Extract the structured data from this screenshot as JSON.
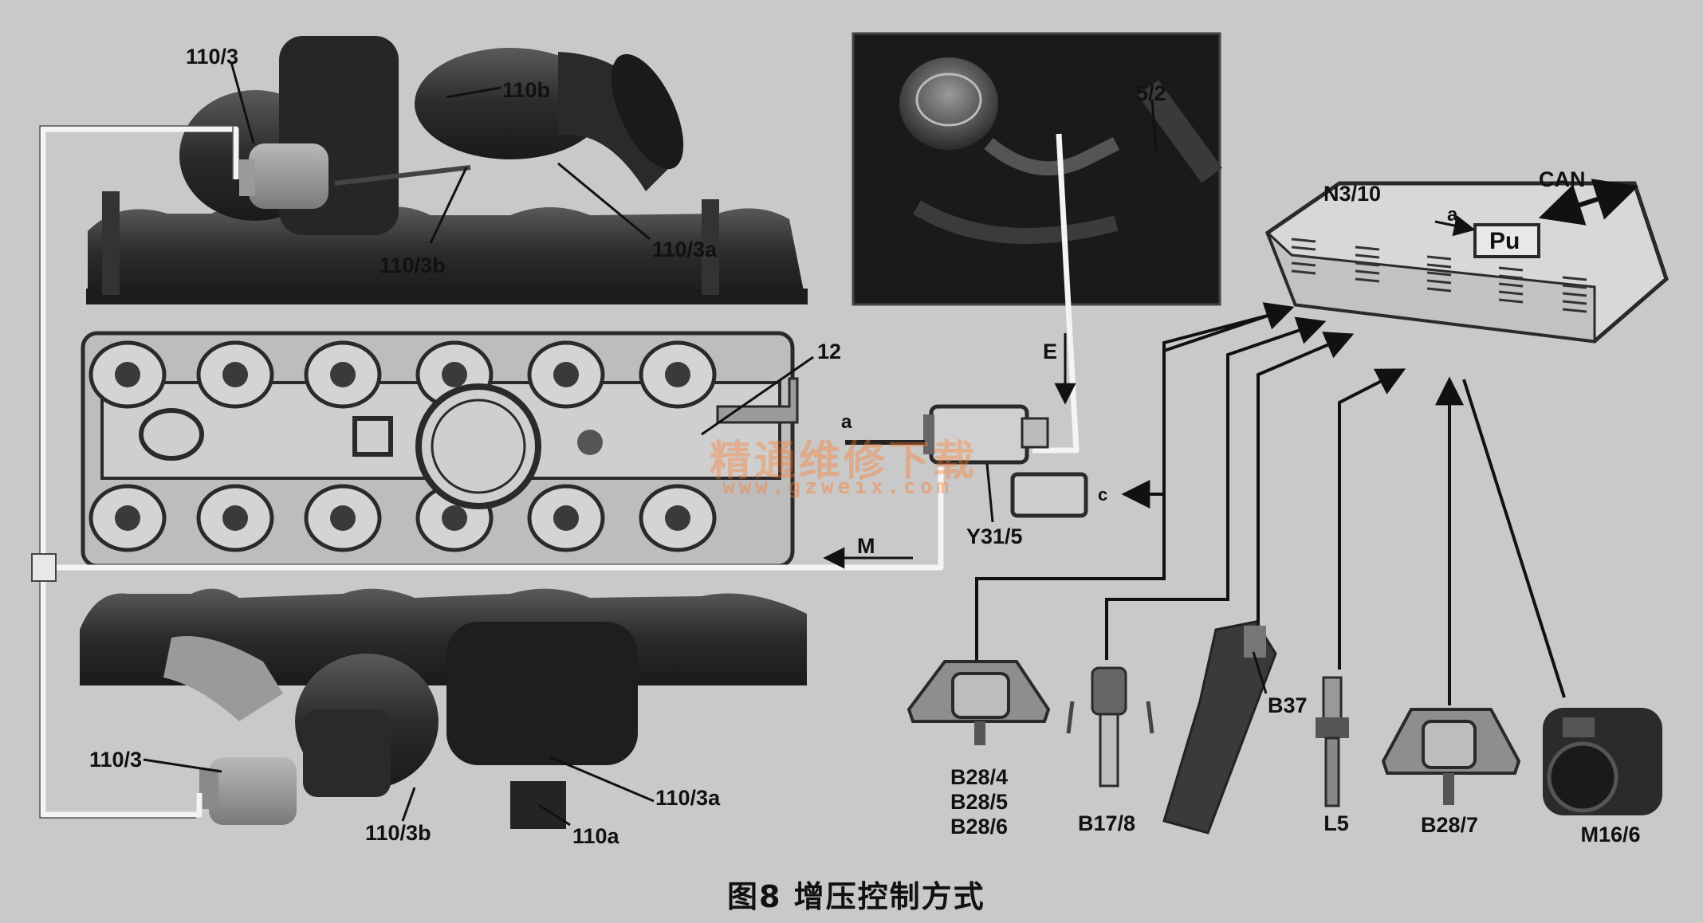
{
  "labels": {
    "t110_3_top": "110/3",
    "t110b": "110b",
    "t110_3b_top": "110/3b",
    "t110_3a_top": "110/3a",
    "t12": "12",
    "t5_2": "5/2",
    "n3_10": "N3/10",
    "can": "CAN",
    "a_ecu": "a",
    "pu": "Pu",
    "e": "E",
    "a_valve": "a",
    "c_valve": "c",
    "y31_5": "Y31/5",
    "m": "M",
    "t110_3_bot": "110/3",
    "t110_3a_bot": "110/3a",
    "t110_3b_bot": "110/3b",
    "t110a": "110a",
    "b28_4": "B28/4",
    "b28_5": "B28/5",
    "b28_6": "B28/6",
    "b17_8": "B17/8",
    "b37": "B37",
    "l5": "L5",
    "b28_7": "B28/7",
    "m16_6": "M16/6"
  },
  "caption": "图8  增压控制方式",
  "watermark": {
    "line1": "精通维修下载",
    "line2": "www.gzweix.com"
  },
  "colors": {
    "background": "#c9c9c9",
    "component_dark": "#2a2a2a",
    "line_white": "#f4f4f4",
    "watermark": "#ff7828"
  }
}
